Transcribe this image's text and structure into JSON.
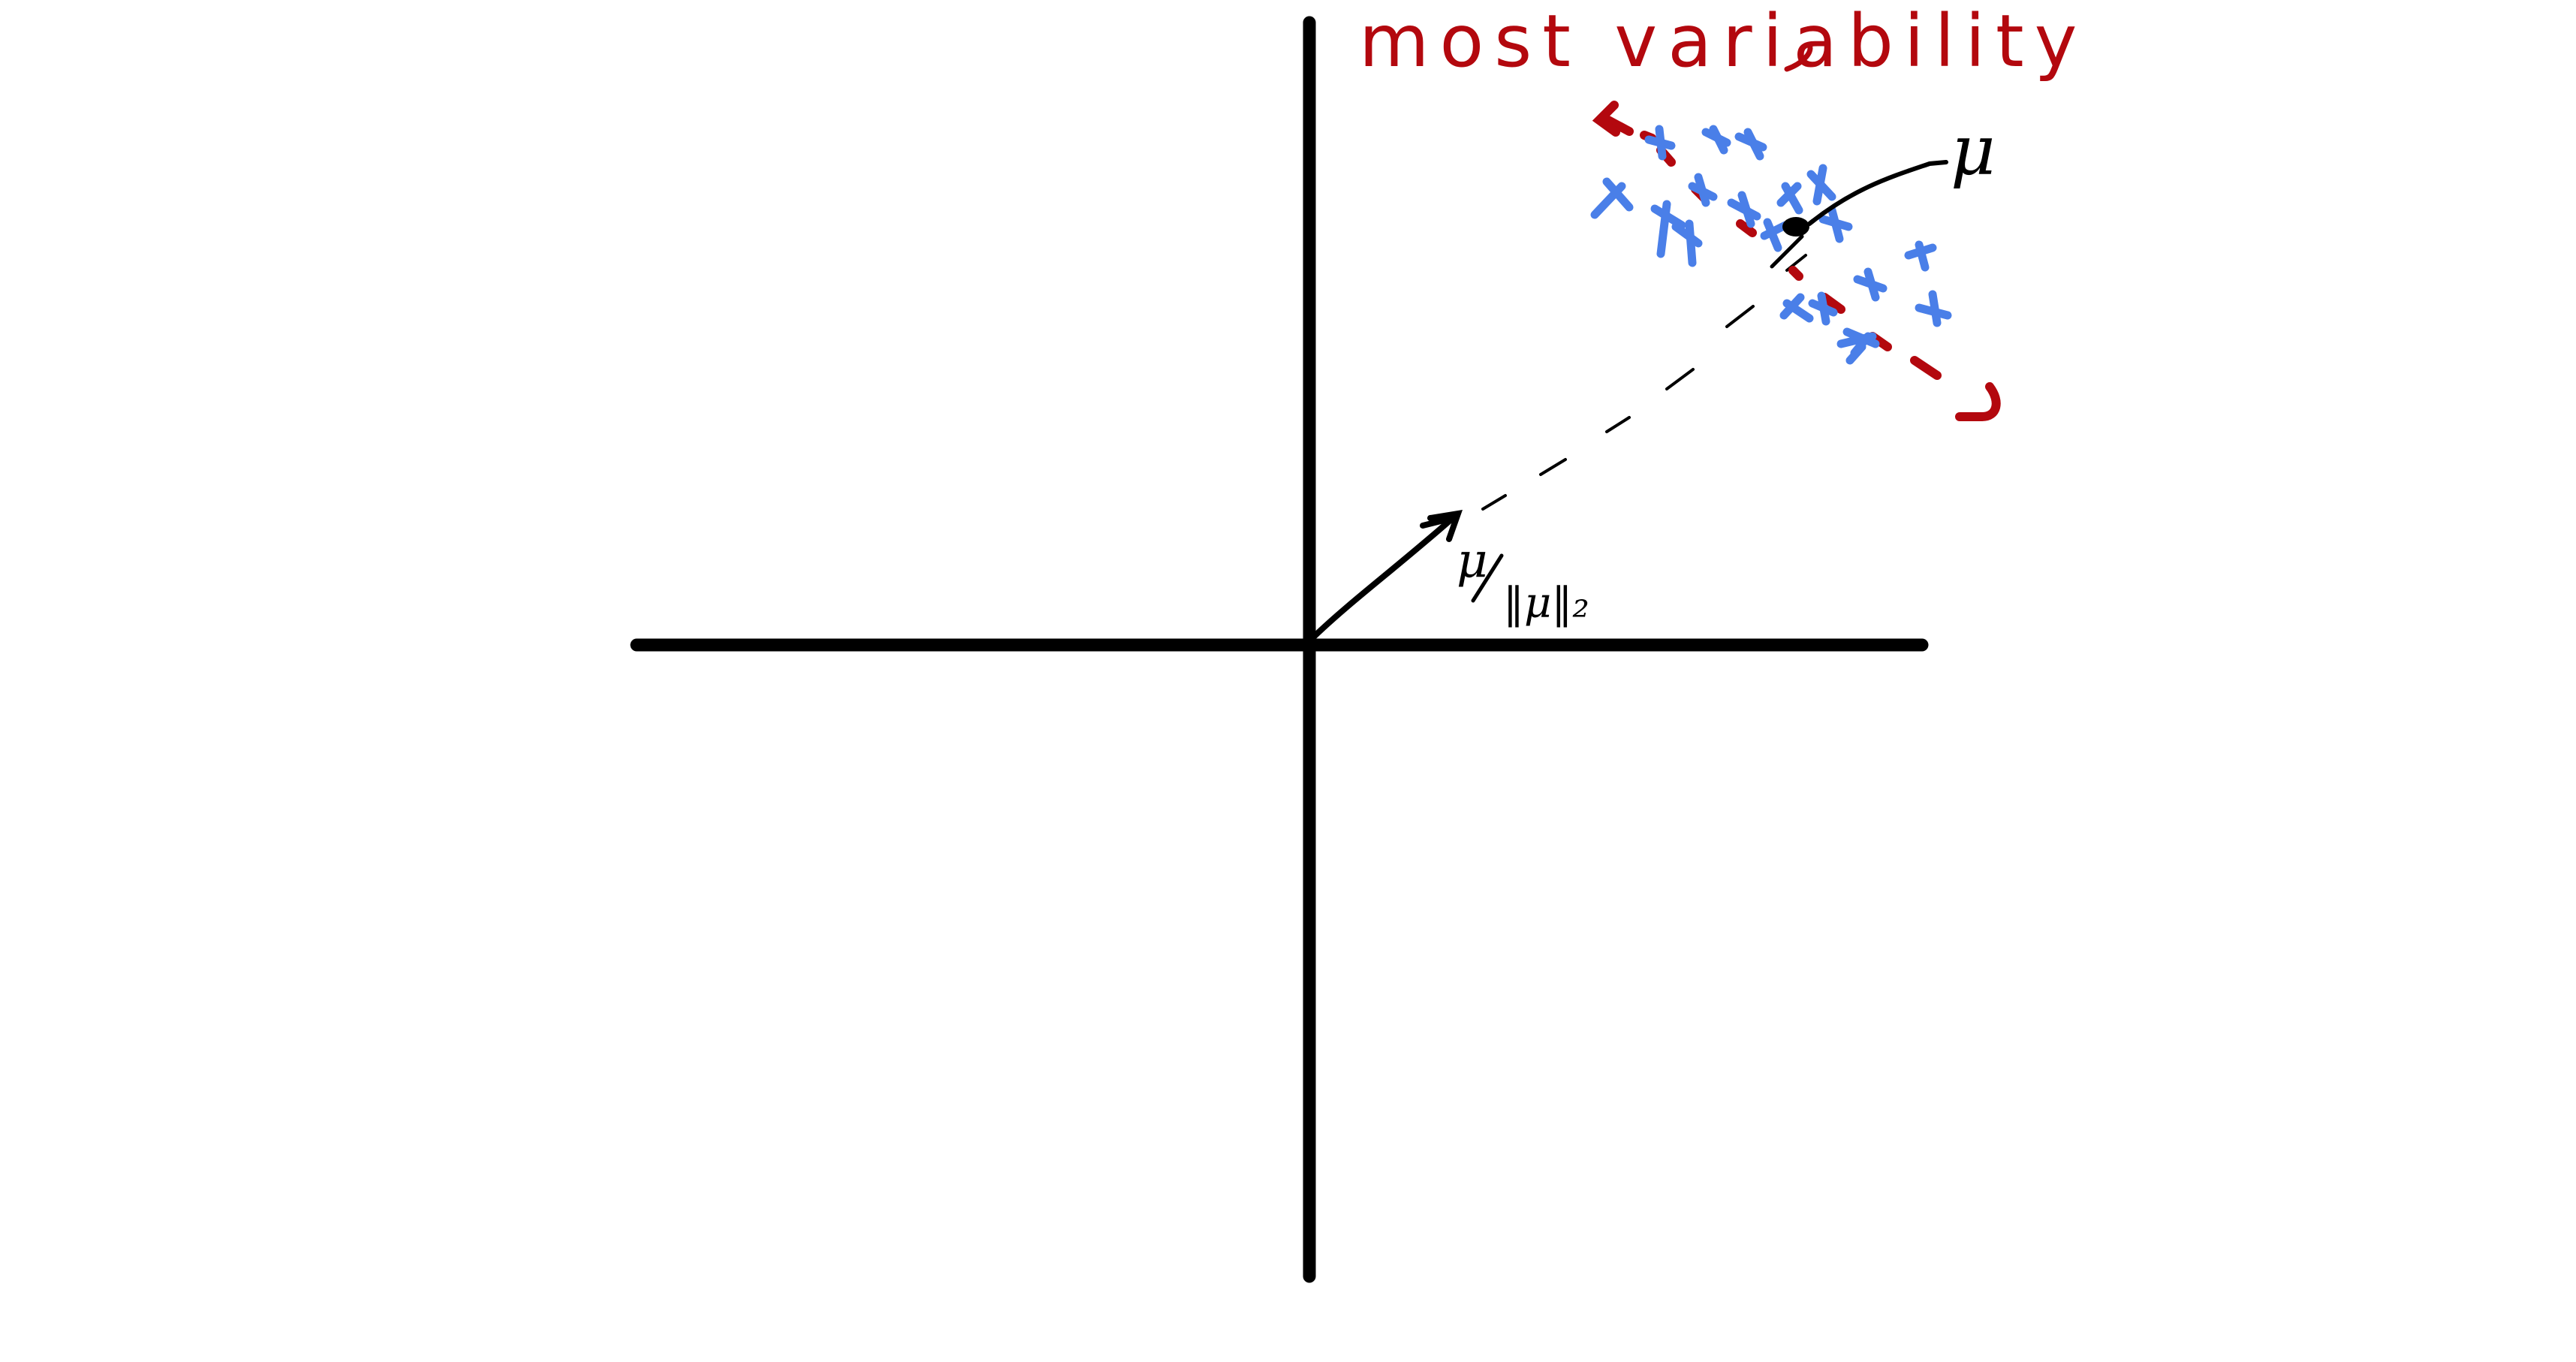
{
  "annotations": {
    "variability_label": "most variability",
    "mean_label": "μ",
    "unit_vector_numerator": "μ",
    "unit_vector_denominator": "‖μ‖₂"
  },
  "colors": {
    "axis": "#000000",
    "annotation_red": "#b3080e",
    "sample_points": "#4a7fe8",
    "mean_point": "#000000",
    "background": "#ffffff"
  }
}
